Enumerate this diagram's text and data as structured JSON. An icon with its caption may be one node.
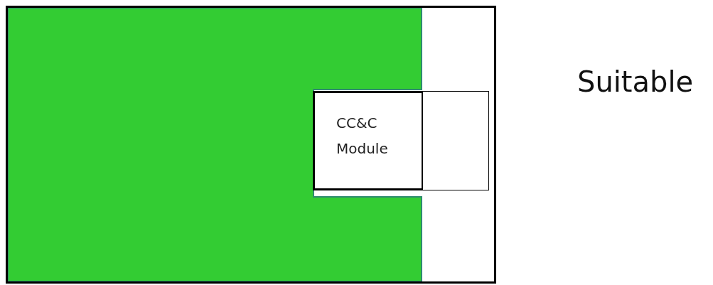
{
  "diagram": {
    "nodes": [
      {
        "text": [],
        "shape": "box"
      },
      {
        "text": [],
        "shape": "box",
        "in": 0
      },
      {
        "text": [
          "CC&C Module"
        ],
        "in": 1
      }
    ],
    "edges": [],
    "labels": [
      "Suitable"
    ]
  }
}
